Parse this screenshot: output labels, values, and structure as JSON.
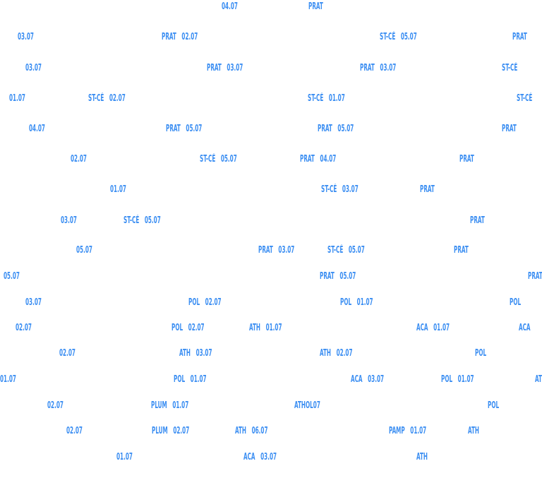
{
  "colors": {
    "accent": "#3b8ef2",
    "background": "#ffffff"
  },
  "labels": [
    "04.07",
    "PRAT",
    "03.07",
    "PRAT   02.07",
    "ST-CÉ   05.07",
    "PRAT",
    "03.07",
    "PRAT   03.07",
    "PRAT   03.07",
    "ST-CÉ",
    "01.07",
    "ST-CÉ   02.07",
    "ST-CÉ   01.07",
    "ST-CÉ",
    "04.07",
    "PRAT   05.07",
    "PRAT   05.07",
    "PRAT",
    "02.07",
    "ST-CÉ   05.07",
    "PRAT   04.07",
    "PRAT",
    "01.07",
    "ST-CÉ   03.07",
    "PRAT",
    "03.07",
    "ST-CÉ   05.07",
    "PRAT",
    "05.07",
    "PRAT   03.07",
    "ST-CÉ   05.07",
    "PRAT",
    "05.07",
    "PRAT   05.07",
    "PRAT",
    "03.07",
    "POL   02.07",
    "POL   01.07",
    "POL",
    "02.07",
    "POL   02.07",
    "ATH   01.07",
    "ACA   01.07",
    "ACA",
    "02.07",
    "ATH   03.07",
    "ATH   02.07",
    "POL",
    "01.07",
    "POL   01.07",
    "ACA   03.07",
    "POL   01.07",
    "ATH",
    "02.07",
    "PLUM   01.07",
    "ATHOL07",
    "POL",
    "02.07",
    "PLUM   02.07",
    "ATH   06.07",
    "PAMP   01.07",
    "ATH",
    "01.07",
    "ACA   03.07",
    "ATH"
  ]
}
